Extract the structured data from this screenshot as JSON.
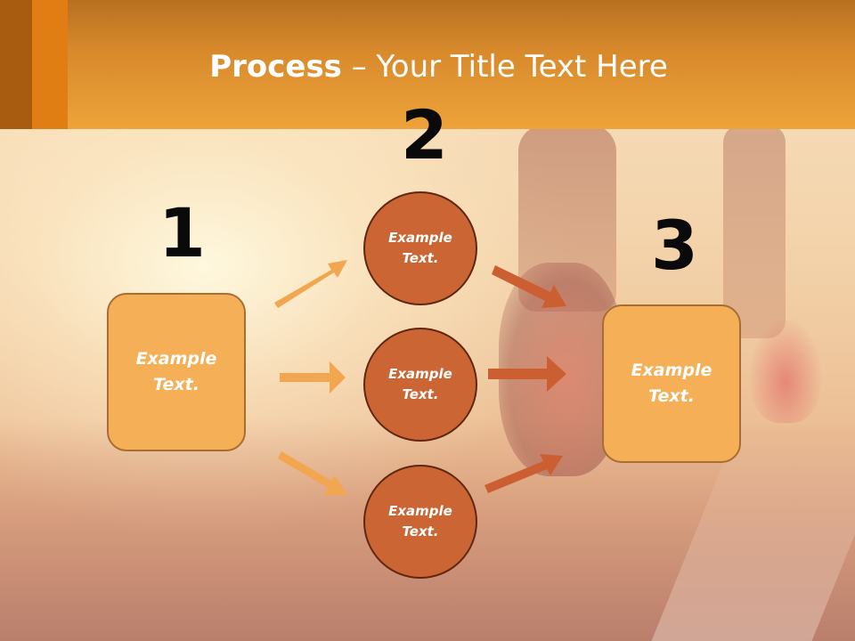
{
  "title": {
    "bold": "Process",
    "rest": " – Your Title Text Here"
  },
  "numbers": {
    "one": "1",
    "two": "2",
    "three": "3"
  },
  "step1": {
    "text": "Example\nText."
  },
  "step2": [
    {
      "text": "Example\nText."
    },
    {
      "text": "Example\nText."
    },
    {
      "text": "Example\nText."
    }
  ],
  "step3": {
    "text": "Example\nText."
  },
  "colors": {
    "header": "#eea33a",
    "box_fill": "#f5b057",
    "circle_fill": "#cc6534",
    "arrow_light": "#f2a650",
    "arrow_dark": "#cc5f32"
  }
}
